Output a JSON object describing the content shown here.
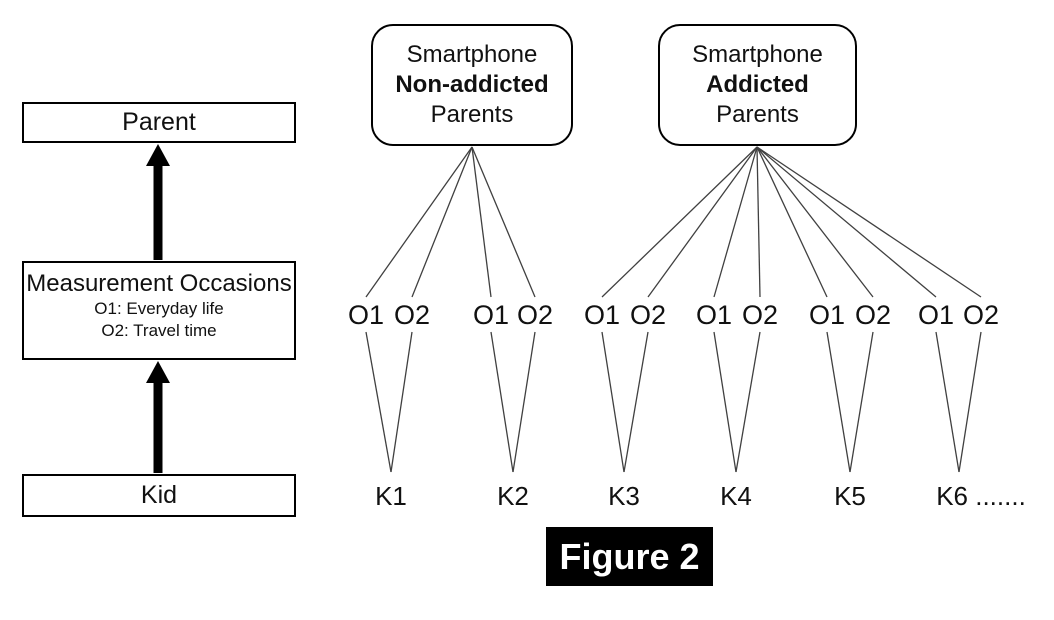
{
  "caption": "Figure 2",
  "left_flow": {
    "parent_label": "Parent",
    "measurement_title": "Measurement Occasions",
    "measurement_item1": "O1: Everyday life",
    "measurement_item2": "O2: Travel time",
    "kid_label": "Kid"
  },
  "parent_groups": [
    {
      "line1": "Smartphone",
      "line2": "Non-addicted",
      "line3": "Parents"
    },
    {
      "line1": "Smartphone",
      "line2": "Addicted",
      "line3": "Parents"
    }
  ],
  "occasion_labels": [
    "O1",
    "O2",
    "O1",
    "O2",
    "O1",
    "O2",
    "O1",
    "O2",
    "O1",
    "O2",
    "O1",
    "O2"
  ],
  "kid_labels": [
    "K1",
    "K2",
    "K3",
    "K4",
    "K5",
    "K6 ......."
  ],
  "colors": {
    "line": "#404040",
    "box_border": "#000000",
    "caption_bg": "#000000",
    "caption_fg": "#ffffff",
    "text": "#111111",
    "background": "#ffffff"
  }
}
